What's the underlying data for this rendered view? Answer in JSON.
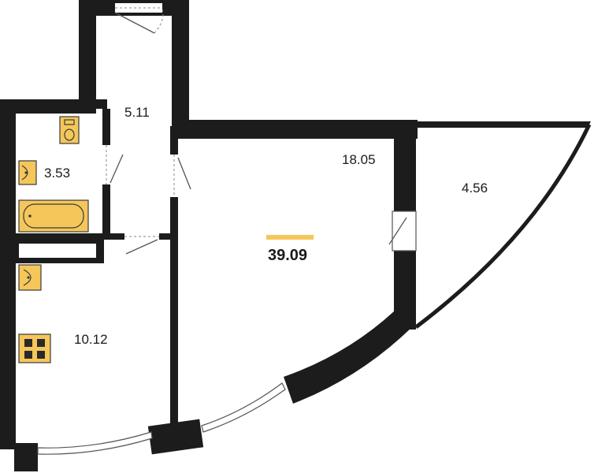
{
  "plan": {
    "rooms": [
      {
        "id": "corridor",
        "area": "5.11"
      },
      {
        "id": "bathroom",
        "area": "3.53"
      },
      {
        "id": "living-room",
        "area": "18.05"
      },
      {
        "id": "loggia",
        "area": "4.56"
      },
      {
        "id": "kitchen",
        "area": "10.12"
      }
    ],
    "total_area": "39.09",
    "accent_color": "#f5c75a",
    "wall_color": "#1c1c1c"
  }
}
